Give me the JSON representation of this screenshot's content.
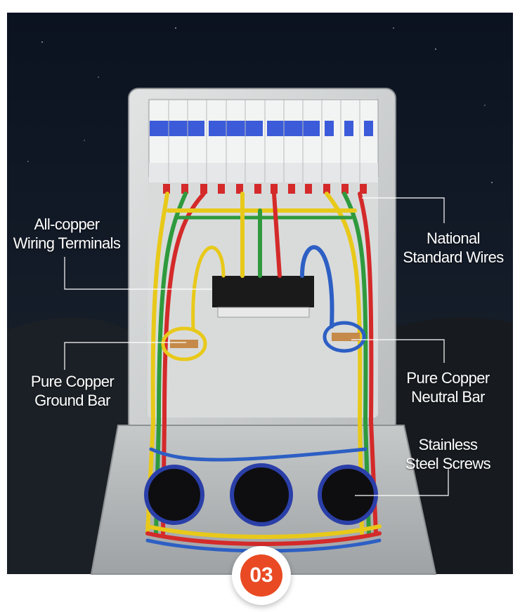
{
  "callouts": {
    "wiring_terminals": [
      "All-copper",
      "Wiring Terminals"
    ],
    "national_wires": [
      "National",
      "Standard Wires"
    ],
    "ground_bar": [
      "Pure Copper",
      "Ground Bar"
    ],
    "neutral_bar": [
      "Pure Copper",
      "Neutral Bar"
    ],
    "screws": [
      "Stainless",
      "Steel Screws"
    ]
  },
  "badge": {
    "number": "03",
    "color": "#e94a23"
  },
  "colors": {
    "wire_yellow": "#e8c91a",
    "wire_green": "#2f9a3d",
    "wire_red": "#d42a2a",
    "wire_blue": "#2d5fc4",
    "breaker_blue": "#3b5bd9",
    "enclosure_grey": "#c9cbcc"
  }
}
